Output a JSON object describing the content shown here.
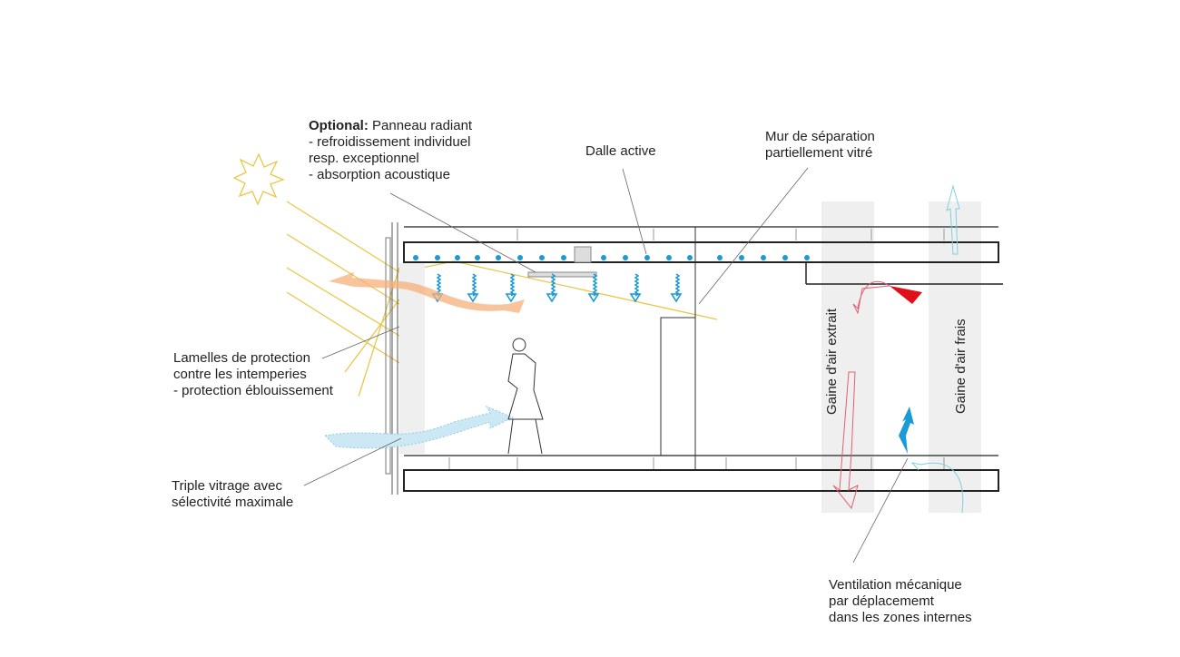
{
  "labels": {
    "panneau": {
      "bold": "Optional:",
      "line1": "Panneau radiant",
      "line2": "- refroidissement individuel",
      "line3": "resp. exceptionnel",
      "line4": "- absorption acoustique"
    },
    "dalle": "Dalle active",
    "mur": {
      "line1": "Mur de séparation",
      "line2": "partiellement vitré"
    },
    "lamelles": {
      "line1": "Lamelles de protection",
      "line2": "contre les intemperies",
      "line3": "- protection éblouissement"
    },
    "vitrage": {
      "line1": "Triple vitrage avec",
      "line2": "sélectivité maximale"
    },
    "ventilation": {
      "line1": "Ventilation mécanique",
      "line2": "par déplacememt",
      "line3": "dans les zones internes"
    },
    "gaine_extrait": "Gaine d'air extrait",
    "gaine_frais": "Gaine d'air frais"
  },
  "colors": {
    "sun": "#e8c84a",
    "cooling": "#1a9ad6",
    "warm": "#f0a060",
    "exhaust": "#e06070",
    "fresh": "#7fd0e0",
    "red": "#e0101a"
  }
}
